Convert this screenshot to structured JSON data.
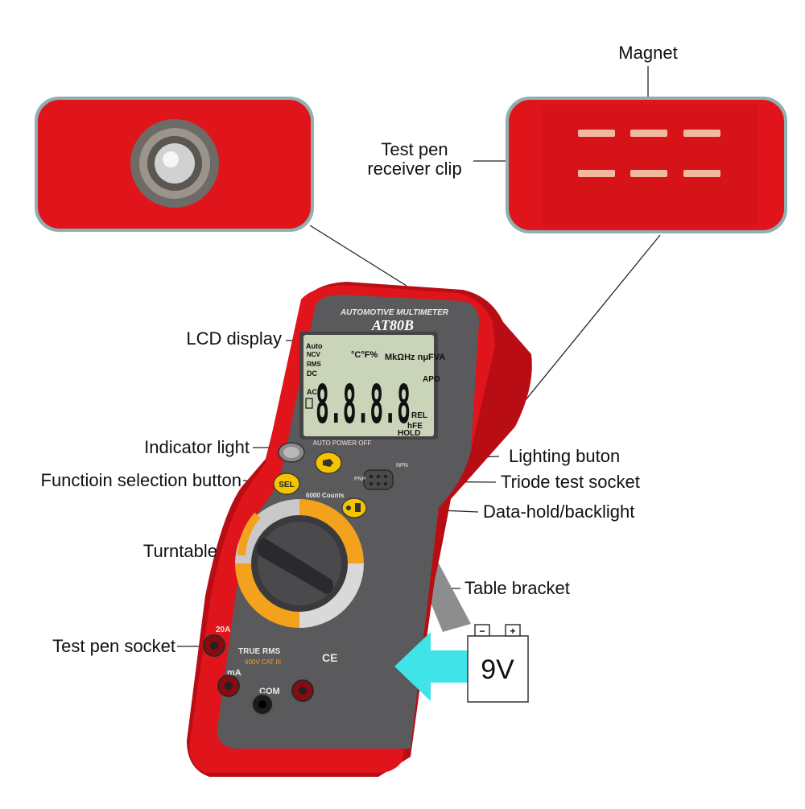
{
  "callouts": {
    "magnet": "Magnet",
    "receiver_line1": "Test pen",
    "receiver_line2": "receiver clip",
    "lcd_display": "LCD display",
    "indicator_light": "Indicator light",
    "function_button": "Functioin selection button",
    "turntable": "Turntable",
    "test_pen_socket": "Test pen socket",
    "lighting_button": "Lighting buton",
    "triode_socket": "Triode test socket",
    "data_hold": "Data-hold/backlight",
    "table_bracket": "Table bracket"
  },
  "device": {
    "subtitle": "AUTOMOTIVE MULTIMETER",
    "model": "AT80B",
    "auto_power_off": "AUTO POWER OFF",
    "counts": "6000 Counts",
    "sel_label": "SEL",
    "true_rms": "TRUE RMS",
    "cat": "600V CAT III",
    "port_20a": "20A",
    "port_ma": "mA",
    "port_com": "COM",
    "pnp": "PNP",
    "npn": "NPN",
    "ce": "CE"
  },
  "lcd": {
    "digits": "8.8.8.8",
    "auto": "Auto",
    "ncv": "NCV",
    "rms": "RMS",
    "dc": "DC",
    "ac": "AC",
    "units": "MkΩHz nμFVA",
    "temp": "°C°F%",
    "apo": "APO",
    "rel": "REL",
    "hfe": "hFE",
    "hold": "HOLD"
  },
  "battery": {
    "label": "9V",
    "minus": "−",
    "plus": "+"
  },
  "colors": {
    "case_red": "#e0141b",
    "panel_grey": "#5a5a5c",
    "lcd_green": "#c9d4b8",
    "button_yellow": "#f5c400",
    "arrow_cyan": "#3fe3e8",
    "dial_orange": "#f2a21c"
  }
}
